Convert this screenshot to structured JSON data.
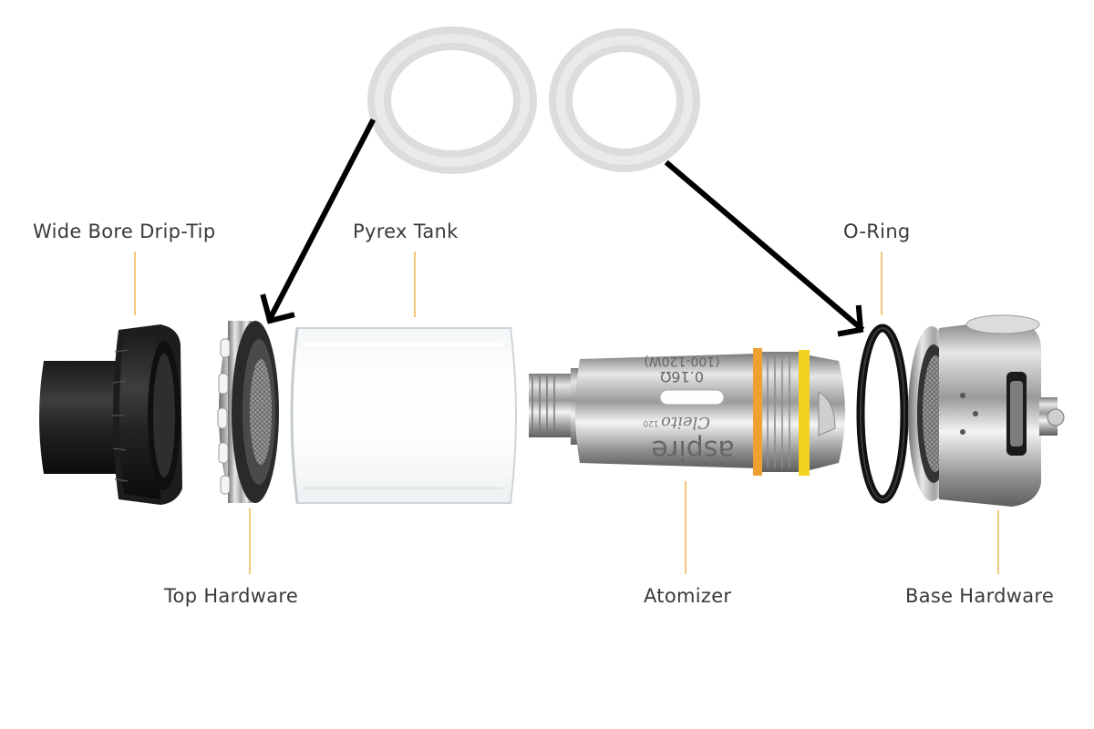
{
  "labels": {
    "drip_tip": "Wide Bore Drip-Tip",
    "pyrex_tank": "Pyrex Tank",
    "o_ring": "O-Ring",
    "top_hardware": "Top Hardware",
    "atomizer": "Atomizer",
    "base_hardware": "Base Hardware"
  },
  "coil_engraving": {
    "brand": "aspire",
    "model": "Cleito",
    "model_suffix": "120",
    "resistance": "0.16Ω",
    "wattage": "(100-120W)"
  },
  "colors": {
    "label_text": "#3a3a3a",
    "leader_line": "#f2c87a",
    "arrow": "#000000",
    "gasket": "#dcdcdc",
    "oring_black": "#111111",
    "oring_orange": "#f0a030",
    "oring_yellow": "#f3d21f"
  }
}
